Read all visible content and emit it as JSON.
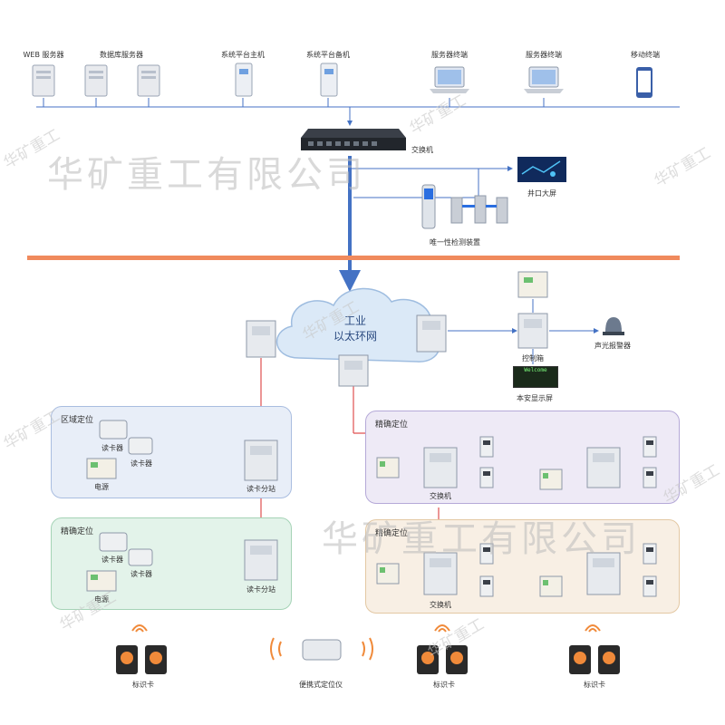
{
  "servers": [
    {
      "label": "WEB 服务器",
      "icon": "tower-server-icon"
    },
    {
      "label": "数据库服务器",
      "icon": "tower-server-icon"
    },
    {
      "label": "系统平台主机",
      "icon": "desktop-host-icon"
    },
    {
      "label": "系统平台备机",
      "icon": "desktop-host-icon"
    },
    {
      "label": "服务器终端",
      "icon": "laptop-icon"
    },
    {
      "label": "服务器终端",
      "icon": "laptop-icon"
    },
    {
      "label": "移动终端",
      "icon": "smartphone-icon"
    }
  ],
  "core": {
    "switch": "交换机",
    "big_screen": "井口大屏",
    "unique_detector": "唯一性检测装置"
  },
  "network": {
    "cloud_line1": "工业",
    "cloud_line2": "以太环网"
  },
  "control": {
    "control_box": "控制箱",
    "alarm": "声光报警器",
    "display": "本安显示屏",
    "display_text": "Welcome"
  },
  "zones": {
    "area_top": {
      "title": "区域定位",
      "reader1": "读卡器",
      "reader2": "读卡器",
      "power": "电源",
      "substation": "读卡分站"
    },
    "precise_right_top": {
      "title": "精确定位",
      "switch": "交换机"
    },
    "precise_left": {
      "title": "精确定位",
      "reader1": "读卡器",
      "reader2": "读卡器",
      "power": "电源",
      "substation": "读卡分站"
    },
    "precise_right_bottom": {
      "title": "精确定位",
      "switch": "交换机"
    }
  },
  "bottom": {
    "tag1": "标识卡",
    "locator": "便携式定位仪",
    "tag2": "标识卡",
    "tag3": "标识卡"
  },
  "watermark": {
    "company": "华矿重工有限公司",
    "short": "华矿重工"
  },
  "colors": {
    "blue_line": "#4472c4",
    "red_line": "#e05050",
    "orange_bar": "#f08a5d",
    "zone_blue": "#e8eef8",
    "zone_green": "#e3f3ea",
    "zone_purple": "#eeeaf6",
    "zone_orange": "#f8efe4"
  }
}
